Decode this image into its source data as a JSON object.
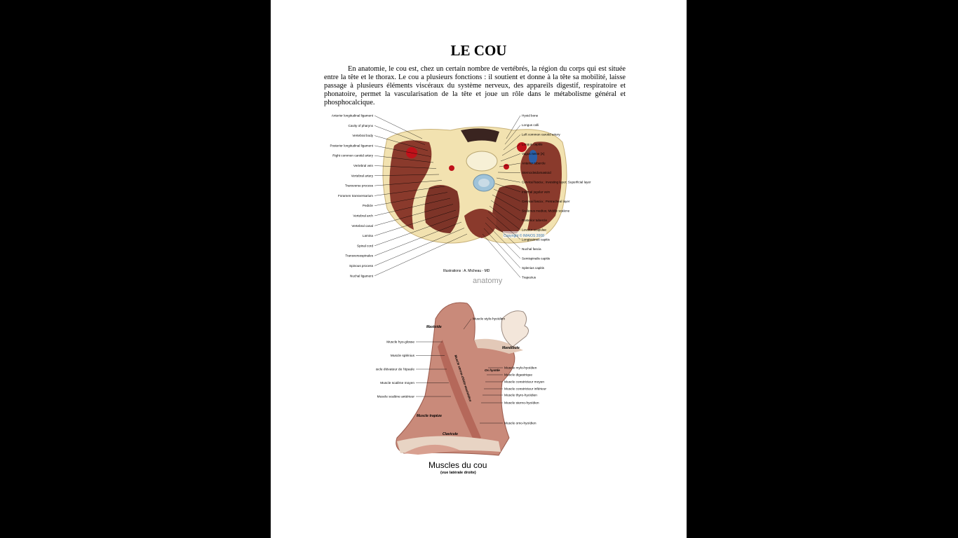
{
  "document": {
    "title": "LE COU",
    "paragraph": "En anatomie, le cou est, chez un certain nombre de vertébrés, la région du corps qui est située entre la tête et le thorax. Le cou a plusieurs fonctions : il soutient et donne à la tête sa mobilité, laisse passage à plusieurs éléments viscéraux du système nerveux, des appareils digestif, respiratoire et phonatoire, permet la vascularisation de la tête et joue un rôle dans le métabolisme général et phosphocalcique."
  },
  "figure1": {
    "left_labels": [
      "Anterior longitudinal ligament",
      "Cavity of pharynx",
      "Vertebral body",
      "Posterior longitudinal ligament",
      "Right common carotid artery",
      "Vertebral vein",
      "Vertebral artery",
      "Transverse process",
      "Foramen transversarium",
      "Pedicle",
      "Vertebral arch",
      "Vertebral canal",
      "Lamina",
      "Spinal cord",
      "Transversospinales",
      "Spinous process",
      "Nuchal ligament"
    ],
    "right_labels": [
      "Hyoid bone",
      "Longus colli",
      "Left common carotid artery",
      "Longus capitis",
      "Vagus nerve [X]",
      "Anterior tubercle",
      "Sternocleidomastoid",
      "Cervical fascia ; Investing layer; Superficial layer",
      "Internal jugular vein",
      "Cervical fascia ; Pretracheal layer",
      "Scalenus medius; Middle scalene",
      "Posterior tubercle",
      "Levator scapulae",
      "Longissimus capitis",
      "Nuchal fascia",
      "Semispinalis capitis",
      "Splenius capitis",
      "Trapezius"
    ],
    "copyright": "Copyright © IMAIOS 2008",
    "credit": "Illustrations : A. Micheau - MD",
    "logo_text": "anatomy"
  },
  "figure2": {
    "left_labels": [
      "Muscle hyo-glosse",
      "Muscle splénius",
      "Muscle élévateur de l'épaule",
      "Muscle scalène moyen",
      "Muscle scalène antérieur"
    ],
    "right_labels": [
      "Muscle stylo-hyoïdien",
      "Muscle mylo-hyoïdien",
      "Muscle digastrique",
      "Muscle constricteur moyen",
      "Muscle constricteur inférieur",
      "Muscle thyro-hyoïdien",
      "Muscle sterno-hyoïdien",
      "Muscle omo-hyoïdien"
    ],
    "inner_labels": {
      "mastoide": "Mastoïde",
      "mandibule": "Mandibule",
      "os_hyoide": "Os hyoïde",
      "trapeze": "Muscle trapèze",
      "clavicule": "Clavicule",
      "scm": "Muscle sterno-cléido-mastoïdien"
    },
    "caption": "Muscles du cou",
    "subcaption": "(vue latérale droite)"
  }
}
